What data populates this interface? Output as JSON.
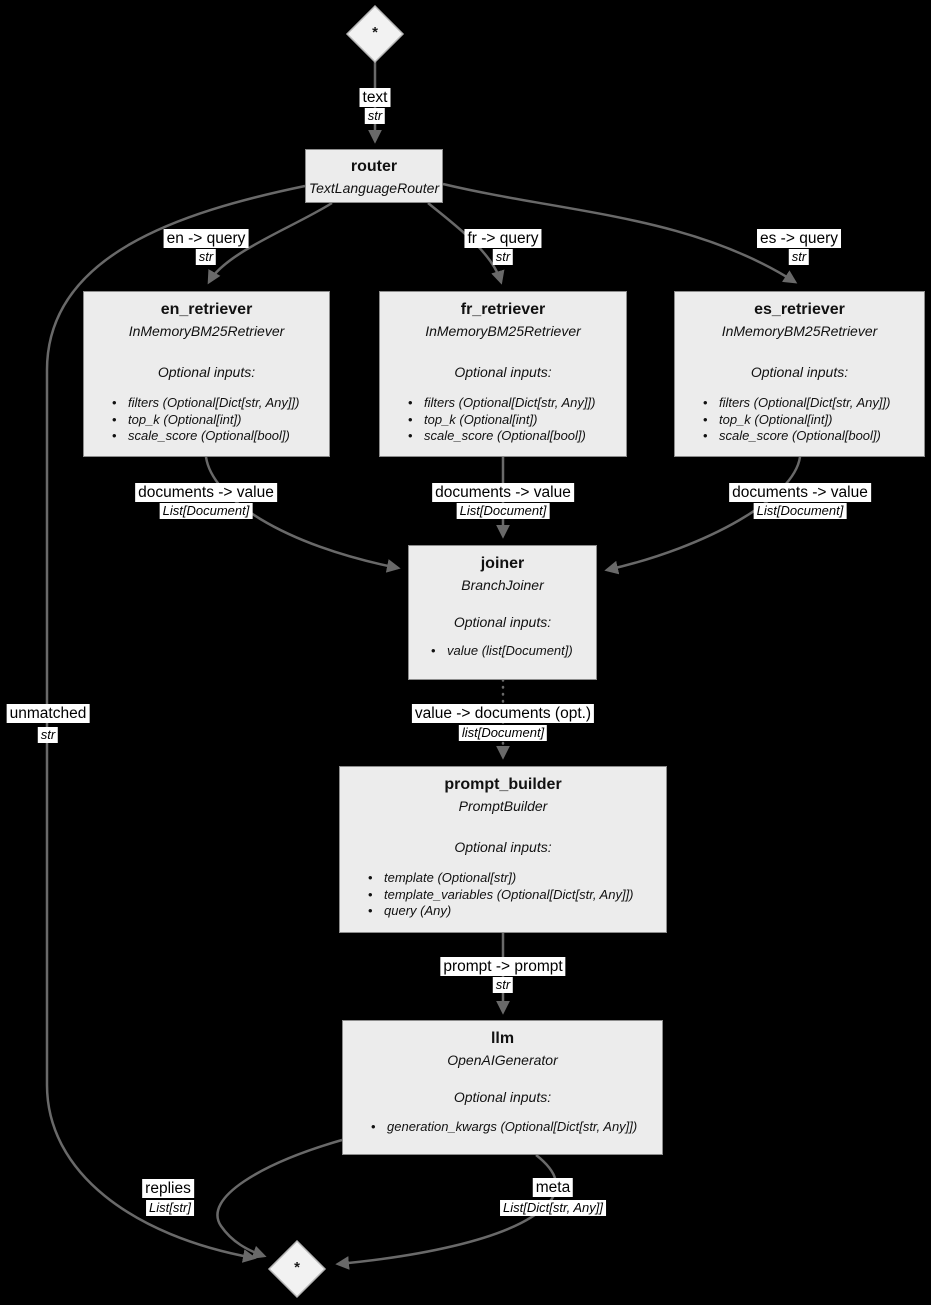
{
  "diagram": {
    "background": "#000000",
    "node_fill": "#ececec",
    "node_border": "#8c8c8c",
    "edge_color": "#696969",
    "label_bg": "#ffffff",
    "label_color": "#000000"
  },
  "terminals": {
    "input_symbol": "*",
    "output_symbol": "*"
  },
  "nodes": {
    "router": {
      "title": "router",
      "subtitle": "TextLanguageRouter"
    },
    "en_retriever": {
      "title": "en_retriever",
      "subtitle": "InMemoryBM25Retriever",
      "inputs_header": "Optional inputs:",
      "inputs": [
        "filters (Optional[Dict[str, Any]])",
        "top_k (Optional[int])",
        "scale_score (Optional[bool])"
      ]
    },
    "fr_retriever": {
      "title": "fr_retriever",
      "subtitle": "InMemoryBM25Retriever",
      "inputs_header": "Optional inputs:",
      "inputs": [
        "filters (Optional[Dict[str, Any]])",
        "top_k (Optional[int])",
        "scale_score (Optional[bool])"
      ]
    },
    "es_retriever": {
      "title": "es_retriever",
      "subtitle": "InMemoryBM25Retriever",
      "inputs_header": "Optional inputs:",
      "inputs": [
        "filters (Optional[Dict[str, Any]])",
        "top_k (Optional[int])",
        "scale_score (Optional[bool])"
      ]
    },
    "joiner": {
      "title": "joiner",
      "subtitle": "BranchJoiner",
      "inputs_header": "Optional inputs:",
      "inputs": [
        "value (list[Document])"
      ]
    },
    "prompt_builder": {
      "title": "prompt_builder",
      "subtitle": "PromptBuilder",
      "inputs_header": "Optional inputs:",
      "inputs": [
        "template (Optional[str])",
        "template_variables (Optional[Dict[str, Any]])",
        "query (Any)"
      ]
    },
    "llm": {
      "title": "llm",
      "subtitle": "OpenAIGenerator",
      "inputs_header": "Optional inputs:",
      "inputs": [
        "generation_kwargs (Optional[Dict[str, Any]])"
      ]
    }
  },
  "edges": {
    "text": {
      "label": "text",
      "type": "str"
    },
    "en_query": {
      "label": "en -> query",
      "type": "str"
    },
    "fr_query": {
      "label": "fr -> query",
      "type": "str"
    },
    "es_query": {
      "label": "es -> query",
      "type": "str"
    },
    "unmatched": {
      "label": "unmatched",
      "type": "str"
    },
    "docs_en": {
      "label": "documents -> value",
      "type": "List[Document]"
    },
    "docs_fr": {
      "label": "documents -> value",
      "type": "List[Document]"
    },
    "docs_es": {
      "label": "documents -> value",
      "type": "List[Document]"
    },
    "value_documents": {
      "label": "value -> documents (opt.)",
      "type": "list[Document]"
    },
    "prompt": {
      "label": "prompt -> prompt",
      "type": "str"
    },
    "replies": {
      "label": "replies",
      "type": "List[str]"
    },
    "meta": {
      "label": "meta",
      "type": "List[Dict[str, Any]]"
    }
  }
}
